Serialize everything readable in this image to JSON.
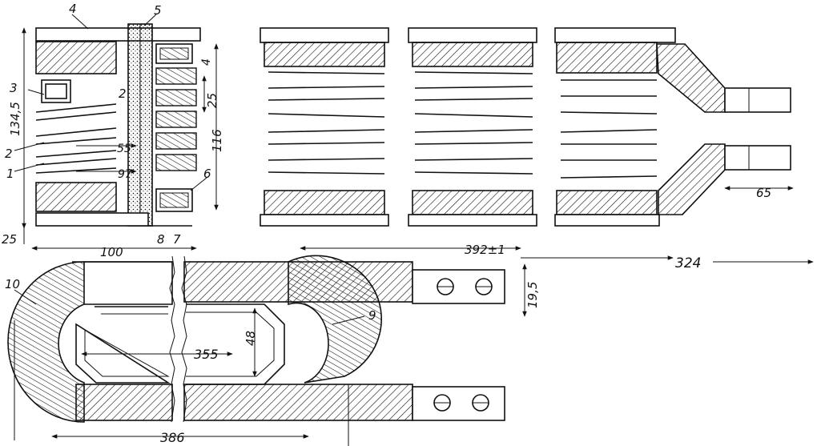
{
  "callouts": [
    "1",
    "2",
    "3",
    "4",
    "5",
    "6",
    "7",
    "8",
    "9",
    "10"
  ],
  "dimensions": {
    "height_total": "134,5",
    "bottom_offset": "25",
    "width_section": "100",
    "gap_2": "2",
    "dim_55": "55",
    "dim_97": "97",
    "dim_25": "25",
    "dim_116": "116",
    "dim_4": "4",
    "length_392": "392±1",
    "length_324": "324",
    "lead_65": "65",
    "lead_19_5": "19,5",
    "inner_355": "355",
    "inner_48": "48",
    "overall_386": "386"
  }
}
